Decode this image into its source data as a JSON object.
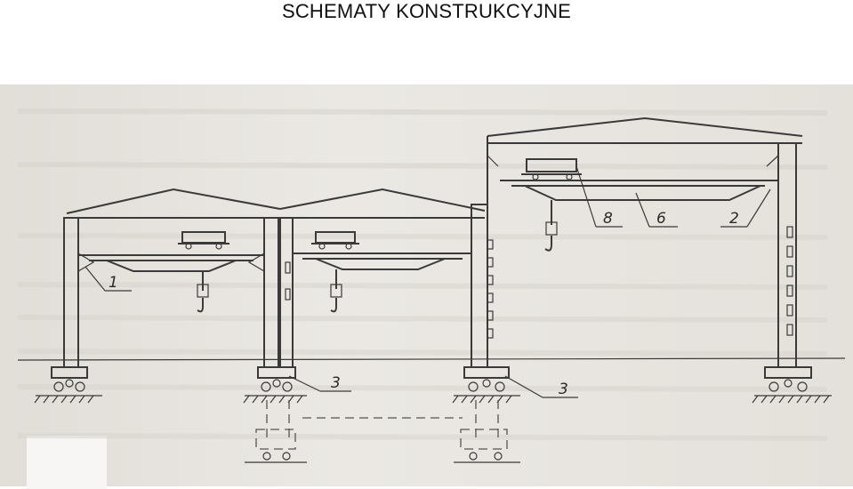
{
  "slide": {
    "title": "SCHEMATY KONSTRUKCYJNE"
  },
  "diagram": {
    "labels": {
      "column_bracket": "1",
      "crane_rail": "2",
      "foundation_left": "3",
      "foundation_right": "3",
      "crane_beam": "6",
      "trolley": "8"
    }
  }
}
